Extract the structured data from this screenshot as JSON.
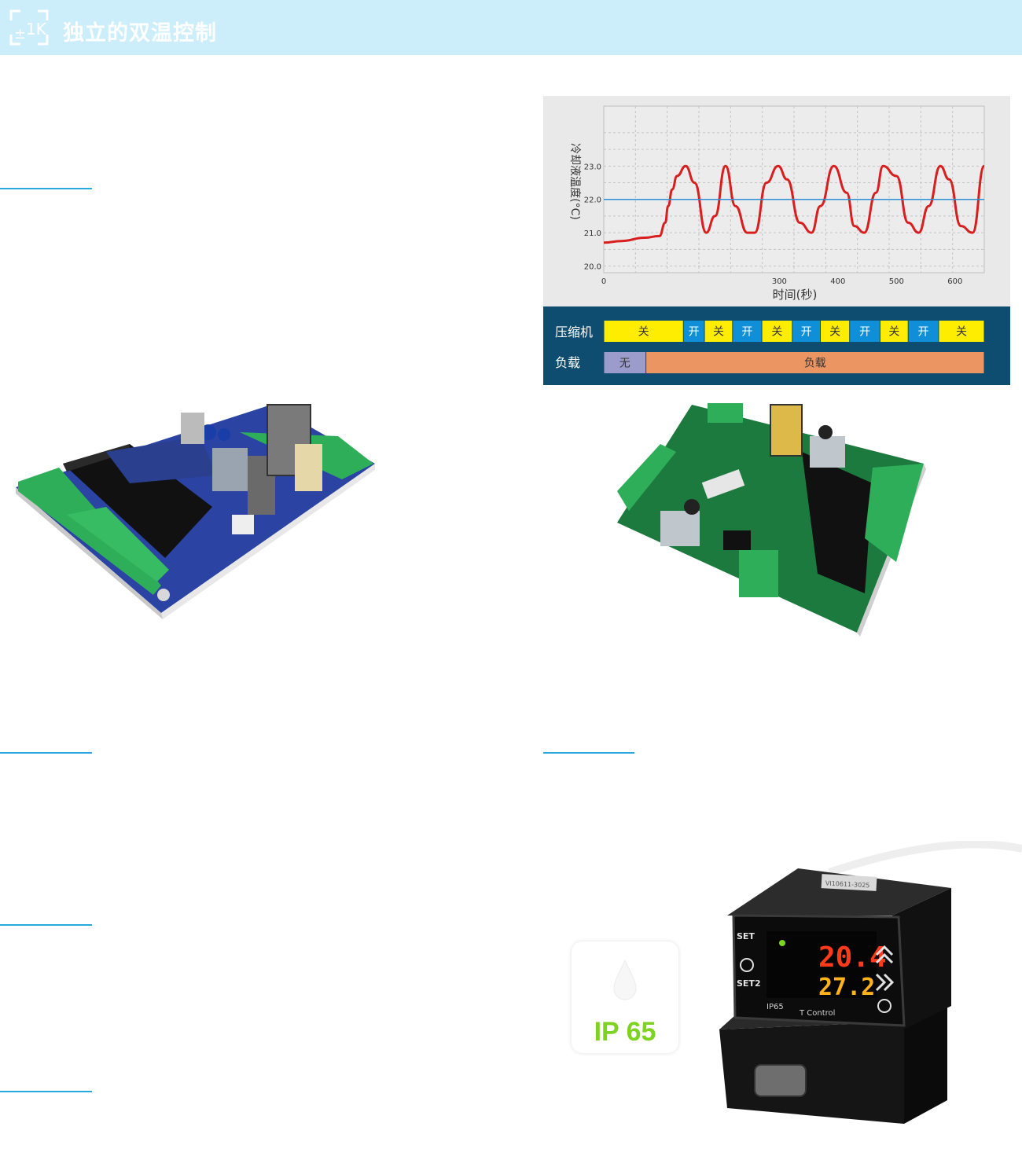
{
  "header": {
    "title": "独立的双温控制",
    "logo_text": "1K",
    "bg_color": "#cbeefa"
  },
  "chart_data": {
    "type": "line",
    "ylabel": "冷却液温度(°C)",
    "xlabel": "时间(秒)",
    "yticks": [
      "20.0",
      "21.0",
      "22.0",
      "23.0"
    ],
    "xticks": [
      "0",
      "300",
      "400",
      "500",
      "600"
    ],
    "xlim": [
      0,
      650
    ],
    "ylim": [
      19.8,
      24.8
    ],
    "setpoint": 22.0,
    "series": [
      {
        "color": "#d81e1e",
        "x": [
          0,
          30,
          70,
          95,
          105,
          110,
          117,
          125,
          140,
          155,
          175,
          190,
          208,
          225,
          245,
          258,
          278,
          298,
          313,
          335,
          355,
          370,
          393,
          415,
          428,
          445,
          465,
          477,
          500,
          520,
          538,
          555,
          575,
          590,
          610,
          630,
          650
        ],
        "y": [
          20.7,
          20.75,
          20.85,
          20.9,
          21.3,
          21.8,
          22.3,
          22.7,
          23.0,
          22.5,
          21.0,
          21.5,
          23.0,
          21.8,
          21.0,
          21.0,
          22.5,
          23.0,
          22.6,
          21.3,
          21.0,
          21.8,
          23.0,
          22.2,
          21.2,
          21.0,
          22.2,
          23.0,
          22.7,
          21.3,
          21.0,
          21.8,
          23.0,
          22.6,
          21.2,
          21.0,
          23.0
        ]
      },
      {
        "color": "#2a8fd6",
        "x": [
          0,
          650
        ],
        "y": [
          22.0,
          22.0
        ]
      }
    ],
    "compressor_label": "压缩机",
    "load_label": "负载",
    "compressor_row": [
      {
        "label": "关",
        "start": 0,
        "end": 136,
        "color": "#ffed00",
        "text_color": "#333333"
      },
      {
        "label": "开",
        "start": 136,
        "end": 172,
        "color": "#0f8fd8",
        "text_color": "#ffffff"
      },
      {
        "label": "关",
        "start": 172,
        "end": 220,
        "color": "#ffed00",
        "text_color": "#333333"
      },
      {
        "label": "开",
        "start": 220,
        "end": 270,
        "color": "#0f8fd8",
        "text_color": "#ffffff"
      },
      {
        "label": "关",
        "start": 270,
        "end": 322,
        "color": "#ffed00",
        "text_color": "#333333"
      },
      {
        "label": "开",
        "start": 322,
        "end": 370,
        "color": "#0f8fd8",
        "text_color": "#ffffff"
      },
      {
        "label": "关",
        "start": 370,
        "end": 420,
        "color": "#ffed00",
        "text_color": "#333333"
      },
      {
        "label": "开",
        "start": 420,
        "end": 472,
        "color": "#0f8fd8",
        "text_color": "#ffffff"
      },
      {
        "label": "关",
        "start": 472,
        "end": 520,
        "color": "#ffed00",
        "text_color": "#333333"
      },
      {
        "label": "开",
        "start": 520,
        "end": 572,
        "color": "#0f8fd8",
        "text_color": "#ffffff"
      },
      {
        "label": "关",
        "start": 572,
        "end": 650,
        "color": "#ffed00",
        "text_color": "#333333"
      }
    ],
    "load_row": [
      {
        "label": "无",
        "start": 0,
        "end": 72,
        "color": "#9c9ccc",
        "text_color": "#333333"
      },
      {
        "label": "负载",
        "start": 72,
        "end": 650,
        "color": "#eb9563",
        "text_color": "#333333"
      }
    ],
    "status_bg": "#0e4c70"
  },
  "device": {
    "display_top": "20.4",
    "display_bottom": "27.2",
    "label_ip": "IP65",
    "label_brand": "T Control",
    "label_set": "SET",
    "label_set2": "SET2",
    "sticker": "VI10611-3025"
  },
  "ip_badge": {
    "text": "IP 65",
    "color": "#7ed321"
  }
}
